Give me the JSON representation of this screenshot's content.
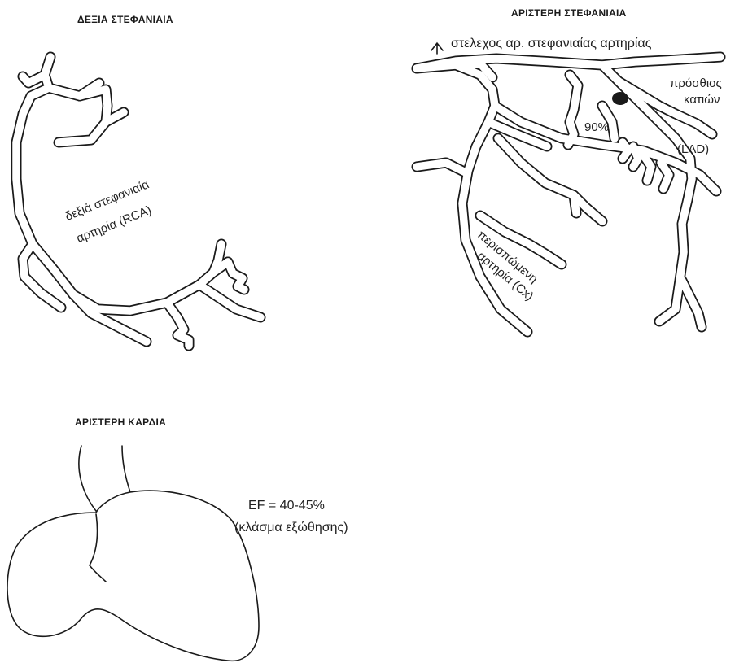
{
  "headings": {
    "right_coronary": "ΔΕΞΙΑ ΣΤΕΦΑΝΙΑΙΑ",
    "left_coronary": "ΑΡΙΣΤΕΡΗ ΣΤΕΦΑΝΙΑΙΑ",
    "left_heart": "ΑΡΙΣΤΕΡΗ ΚΑΡΔΙΑ"
  },
  "right_coronary": {
    "rca_line1": "δεξιά στεφανιαία",
    "rca_line2": "αρτηρία (RCA)"
  },
  "left_coronary": {
    "left_main": "στελεχος αρ. στεφανιαίας αρτηρίας",
    "lad_line1": "πρόσθιος",
    "lad_line2": "κατιών",
    "lad_abbr": "(LAD)",
    "stenosis": "90%",
    "cx_line1": "περισπώμενη",
    "cx_line2": "αρτηρία (Cx)"
  },
  "left_heart": {
    "ef_line1": "EF = 40-45%",
    "ef_line2": "(κλάσμα εξώθησης)"
  },
  "colors": {
    "ink": "#1a1a1a",
    "background": "#ffffff"
  }
}
